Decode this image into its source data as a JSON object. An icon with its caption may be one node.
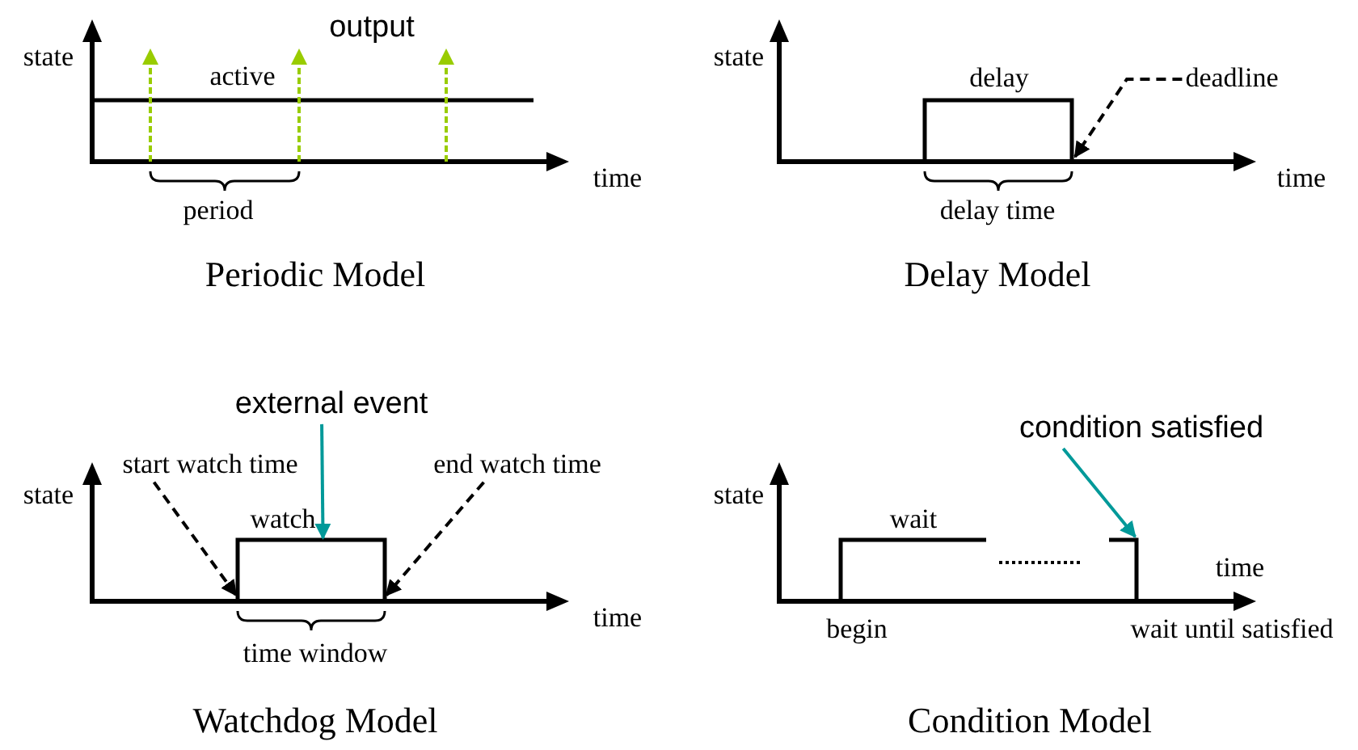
{
  "diagram": {
    "nodes": [
      {
        "text": [
          "deadline"
        ]
      },
      {
        "text": [
          "start watch time"
        ]
      },
      {
        "text": [
          "end watch time"
        ]
      },
      {
        "text": [
          "external event"
        ]
      },
      {
        "text": [
          "condition satisfied"
        ]
      },
      {
        "text": [],
        "shape": "pulse",
        "beside": [
          "delay"
        ]
      },
      {
        "text": [],
        "shape": "pulse",
        "beside": [
          "watch"
        ]
      },
      {
        "text": [],
        "shape": "pulse"
      }
    ],
    "edges": [
      {
        "from": 0,
        "to": 5,
        "arrow": "to",
        "style": "dashed"
      },
      {
        "from": 1,
        "to": 6,
        "arrow": "to",
        "style": "dashed"
      },
      {
        "from": 2,
        "to": 6,
        "arrow": "to",
        "style": "dashed"
      },
      {
        "from": 3,
        "to": 6,
        "arrow": "to",
        "color": "#009999"
      },
      {
        "from": 4,
        "to": 7,
        "arrow": "to",
        "color": "#009999"
      }
    ],
    "labels": [
      "output",
      "state",
      "active",
      "time",
      "period",
      "Periodic Model",
      "state",
      "time",
      "delay time",
      "Delay Model",
      "state",
      "time",
      "time window",
      "Watchdog Model",
      "state",
      "wait",
      "time",
      "begin",
      "wait until satisfied",
      "Condition Model"
    ]
  }
}
